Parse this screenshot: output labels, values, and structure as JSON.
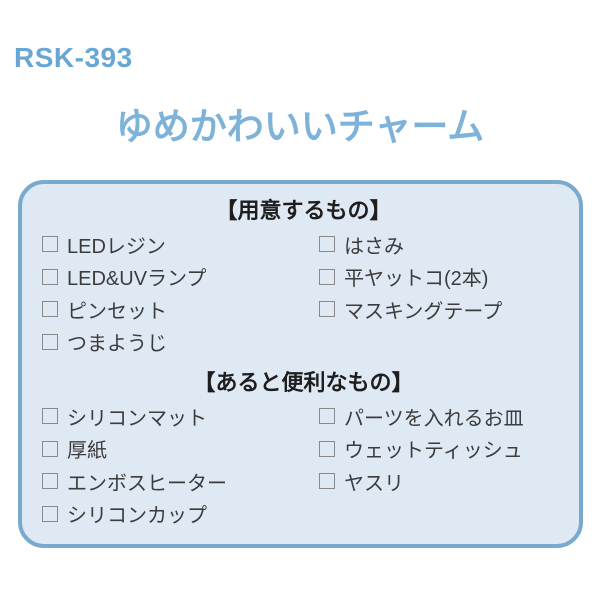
{
  "page": {
    "product_code": "RSK-393",
    "title": "ゆめかわいいチャーム"
  },
  "colors": {
    "product_code_blue": "#68a7d4",
    "title_blue": "#7db2d9",
    "box_fill": "#dfe9f4",
    "box_border": "#79aace",
    "heading_text": "#1e1e1e",
    "item_text": "#3c3c3c",
    "checkbox_border": "#8a8a8a"
  },
  "icons": {
    "checkbox": "empty-square-checkbox-icon"
  },
  "sections": [
    {
      "heading": "【用意するもの】",
      "items_left": [
        "LEDレジン",
        "LED&UVランプ",
        "ピンセット",
        "つまようじ"
      ],
      "items_right": [
        "はさみ",
        "平ヤットコ(2本)",
        "マスキングテープ"
      ]
    },
    {
      "heading": "【あると便利なもの】",
      "items_left": [
        "シリコンマット",
        "厚紙",
        "エンボスヒーター",
        "シリコンカップ"
      ],
      "items_right": [
        "パーツを入れるお皿",
        "ウェットティッシュ",
        "ヤスリ"
      ]
    }
  ]
}
